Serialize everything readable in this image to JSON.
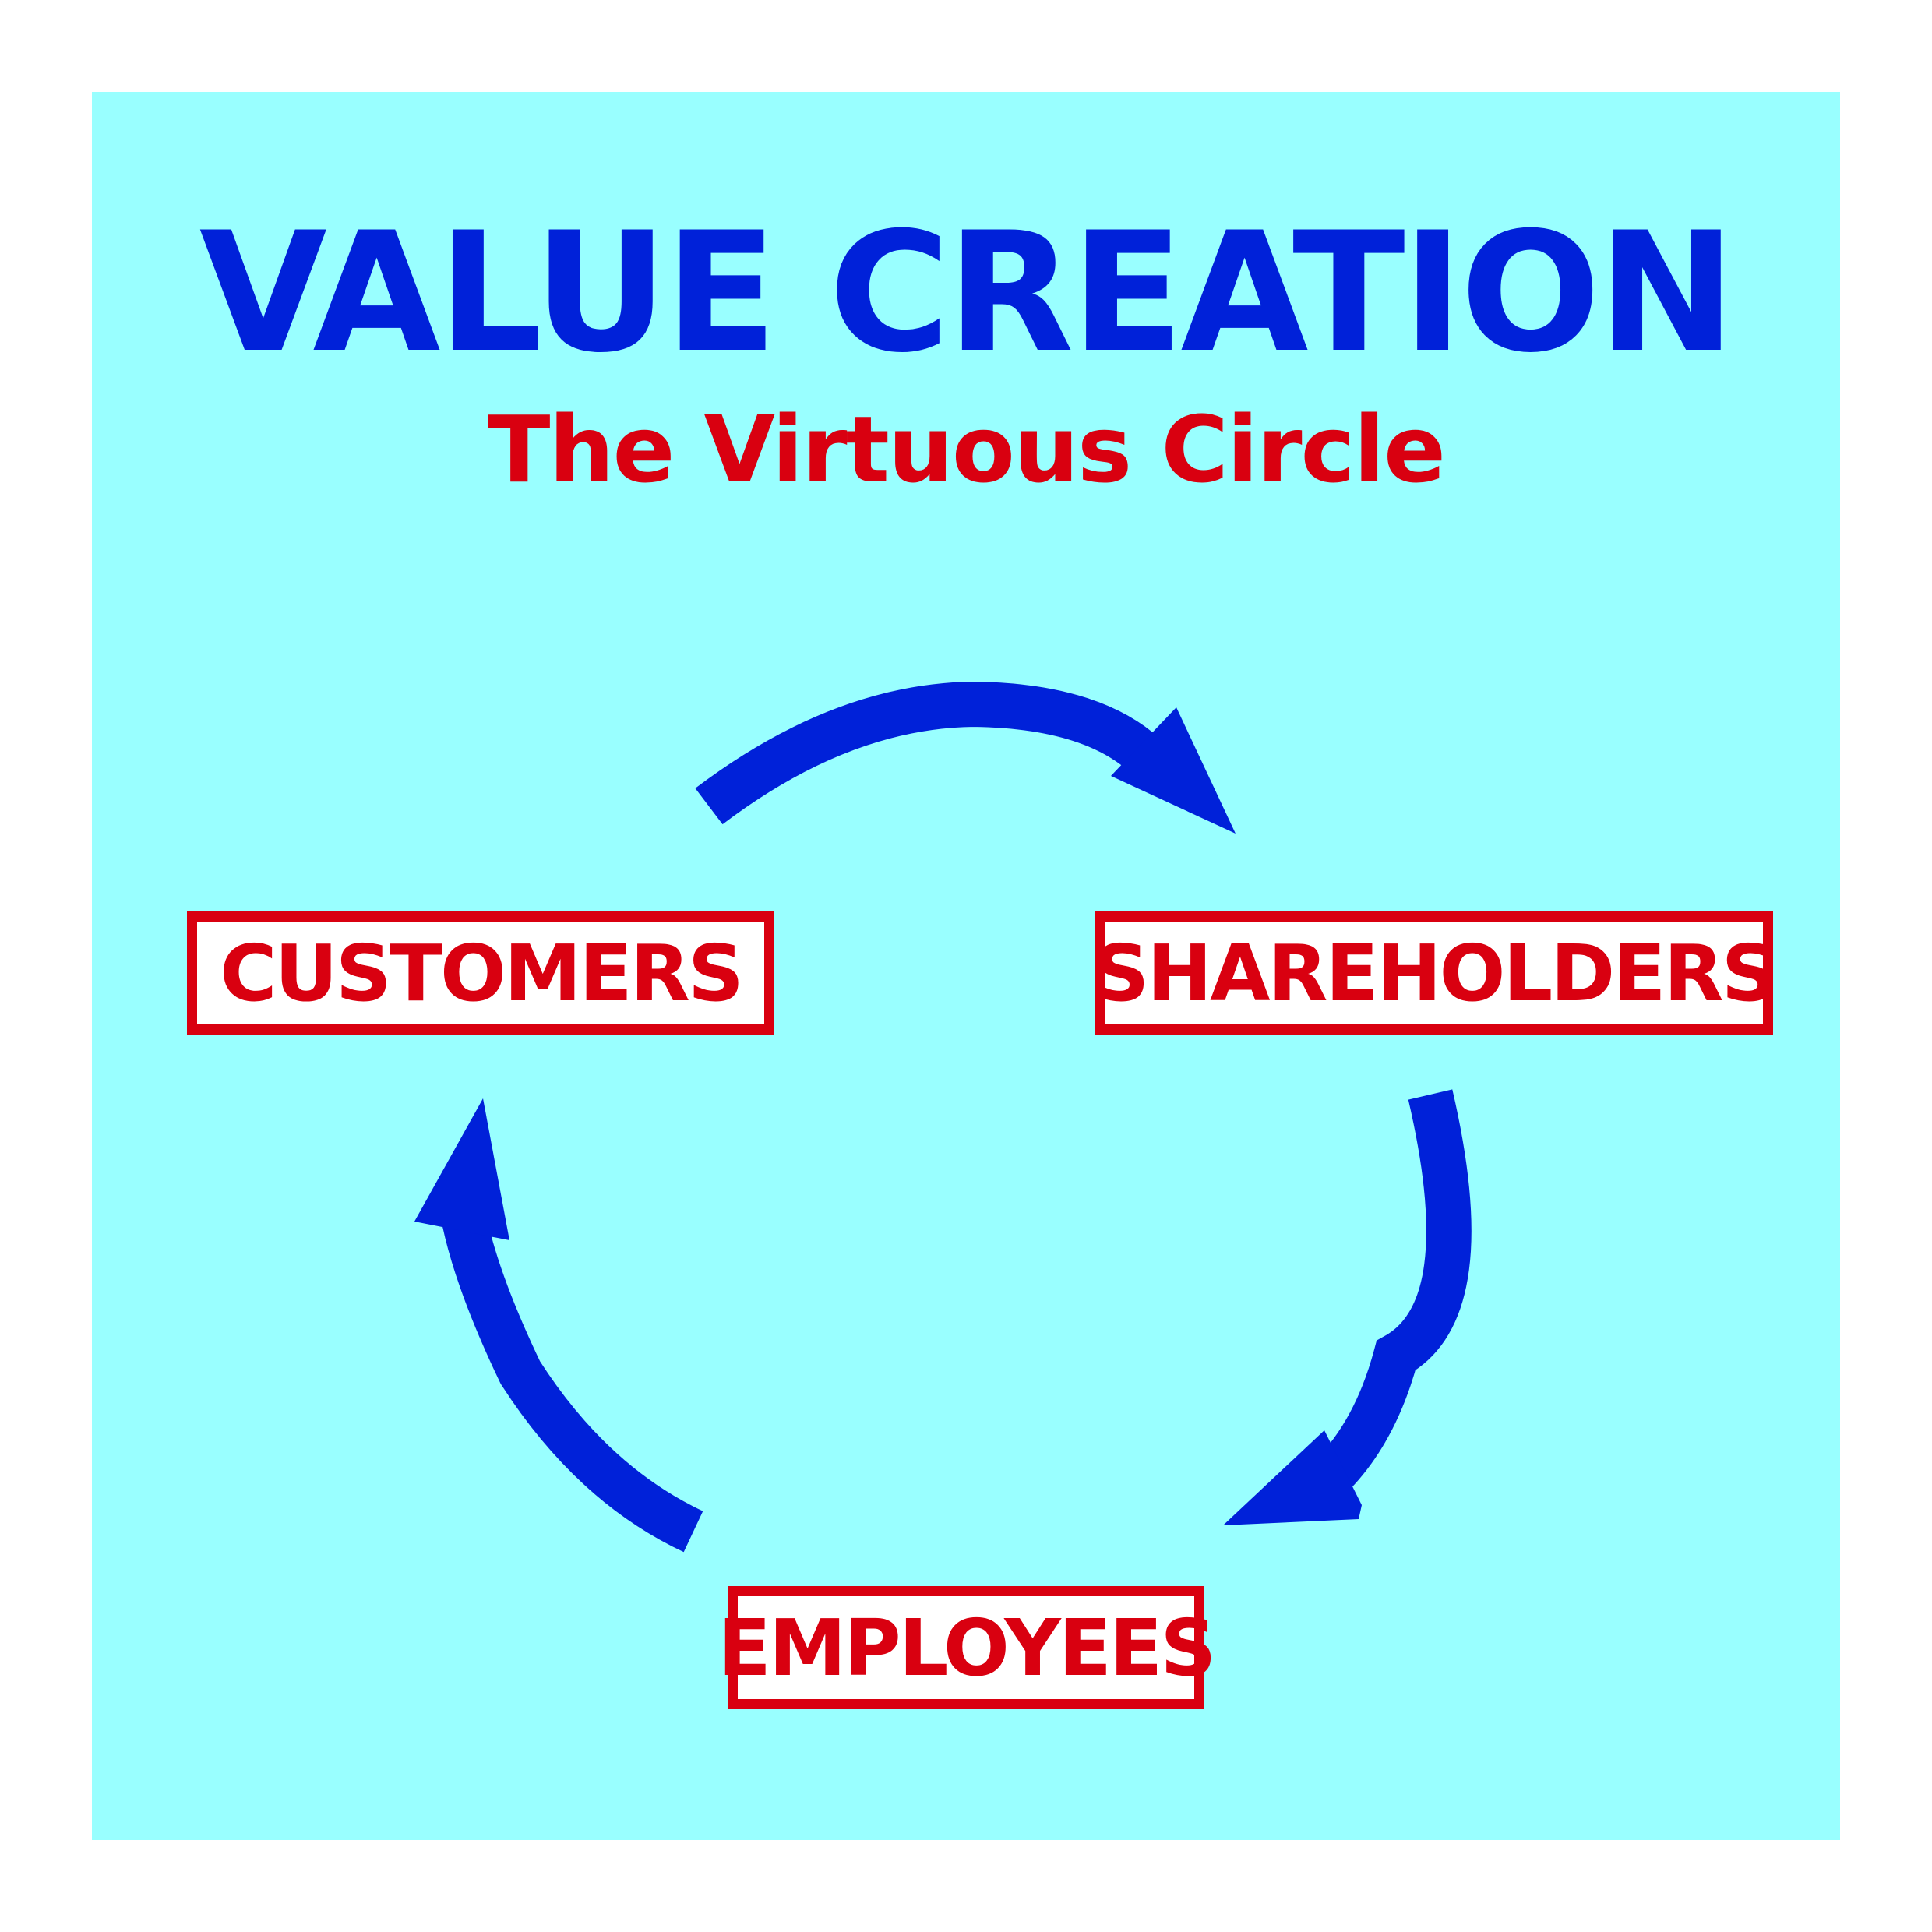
{
  "title": "VALUE CREATION",
  "subtitle": "The Virtuous Circle",
  "nodes": {
    "customers": "CUSTOMERS",
    "shareholders": "SHAREHOLDERS",
    "employees": "EMPLOYEES"
  },
  "colors": {
    "background": "#99ffff",
    "title": "#0021d9",
    "subtitle": "#d90010",
    "node_border": "#d90010",
    "node_text": "#d90010",
    "arrow": "#0021d9"
  }
}
